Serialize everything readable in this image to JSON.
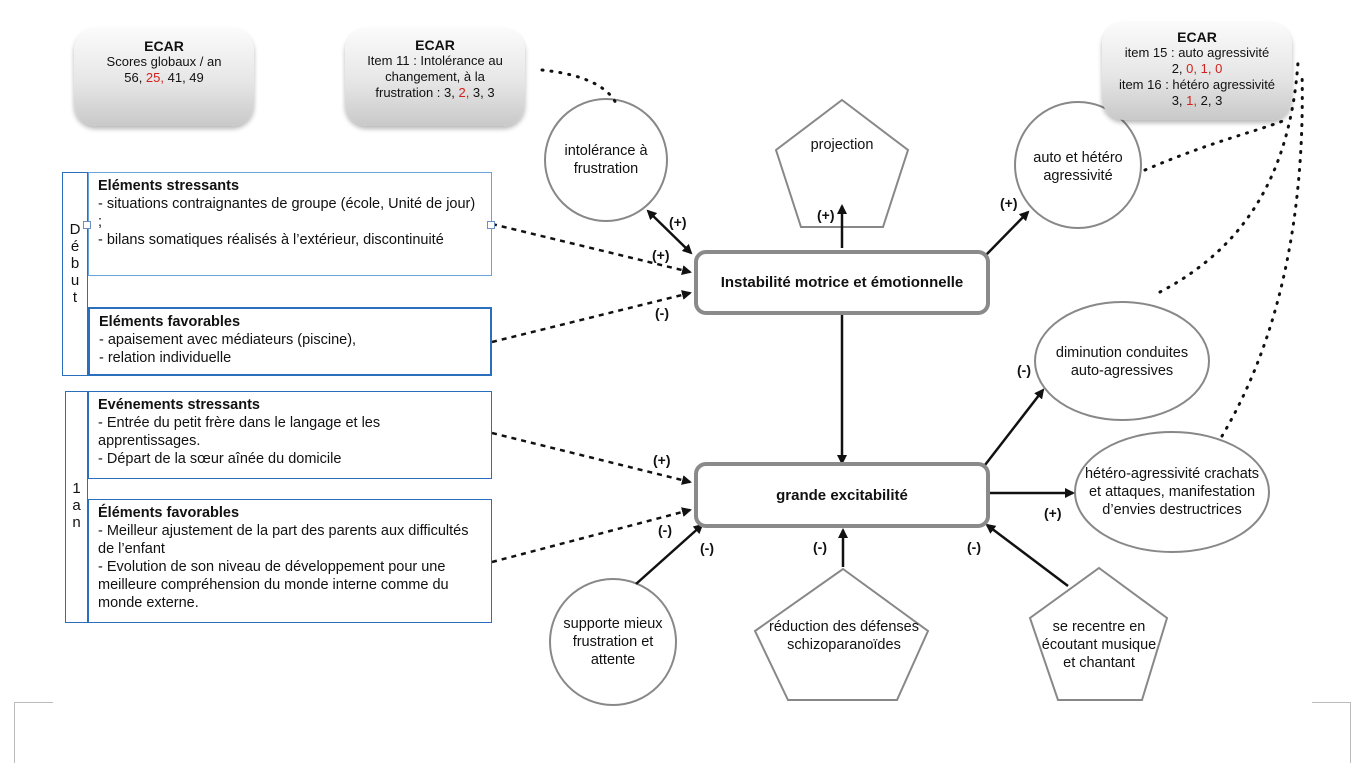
{
  "ecar_boxes": [
    {
      "title": "ECAR",
      "line1": "Scores globaux / an",
      "scores": [
        "56, ",
        "25,",
        " 41, 49"
      ]
    },
    {
      "title": "ECAR",
      "line1": "Item 11 : Intolérance au",
      "line2": "changement, à la",
      "line3_pre": "frustration : 3, ",
      "line3_red": "2,",
      "line3_post": " 3, 3"
    },
    {
      "title": "ECAR",
      "l1": "item 15 : auto agressivité",
      "l2_a": "2, ",
      "l2_b": "0, 1, 0",
      "l3": "item 16 : hétéro agressivité",
      "l4_a": "3, ",
      "l4_b": "1,",
      "l4_c": " 2, 3"
    }
  ],
  "left_panel": {
    "debut_label": [
      "D",
      "é",
      "b",
      "u",
      "t"
    ],
    "an_label": [
      "1",
      "a",
      "n"
    ],
    "debut_stress": {
      "title": "Eléments stressants",
      "lines": [
        "- situations contraignantes de groupe (école, Unité de jour) ;",
        "- bilans somatiques réalisés à l’extérieur, discontinuité"
      ]
    },
    "debut_fav": {
      "title": "Eléments favorables",
      "lines": [
        "- apaisement avec médiateurs (piscine),",
        "- relation individuelle"
      ]
    },
    "an_stress": {
      "title": "Evénements stressants",
      "lines": [
        "- Entrée du petit frère dans le langage et les apprentissages.",
        "- Départ de la sœur aînée du domicile"
      ]
    },
    "an_fav": {
      "title": "Éléments favorables",
      "lines": [
        "- Meilleur ajustement de la part des parents aux difficultés de l’enfant",
        "- Evolution de son niveau de développement pour une meilleure compréhension du monde interne comme du monde externe."
      ]
    }
  },
  "nodes": {
    "intolerance": "intolérance à frustration",
    "projection": "projection",
    "auto_hetero": "auto et hétéro agressivité",
    "instabilite": "Instabilité motrice et émotionnelle",
    "excitabilite": "grande excitabilité",
    "diminution": "diminution conduites auto-agressives",
    "hetero": "hétéro-agressivité crachats et attaques, manifestation d’envies destructrices",
    "supporte": "supporte mieux frustration et attente",
    "reduction": "réduction des défenses schizoparanoïdes",
    "recentre": "se recentre en écoutant musique et chantant"
  },
  "signs": {
    "plus": "(+)",
    "minus": "(-)"
  }
}
